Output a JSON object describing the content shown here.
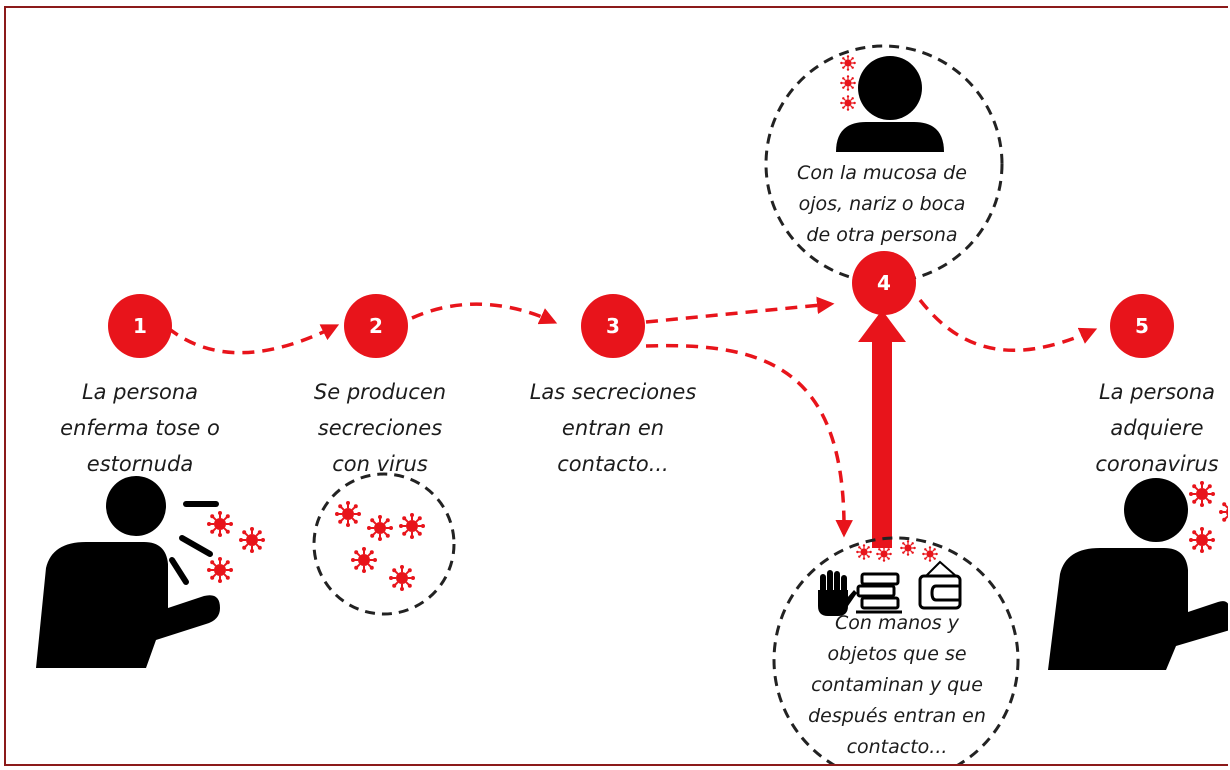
{
  "colors": {
    "accent": "#e8141b",
    "frame": "#8b1a1a",
    "figure": "#000000"
  },
  "steps": [
    {
      "number": "1",
      "lines": [
        "La persona",
        "enferma tose o",
        "estornuda"
      ]
    },
    {
      "number": "2",
      "lines": [
        "Se producen",
        "secreciones",
        "con virus"
      ]
    },
    {
      "number": "3",
      "lines": [
        "Las secreciones",
        "entran en",
        "contacto..."
      ]
    },
    {
      "number": "4",
      "lines": [
        "Con la mucosa de",
        "ojos, nariz o boca",
        "de otra persona"
      ]
    },
    {
      "number": "5",
      "lines": [
        "La persona",
        "adquiere",
        "coronavirus"
      ]
    }
  ],
  "objects_note": {
    "lines": [
      "Con manos y",
      "objetos que se",
      "contaminan y que",
      "después entran en",
      "contacto..."
    ]
  },
  "icons": [
    "coughing-person-icon",
    "virus-icon",
    "person-icon",
    "hand-icon",
    "books-icon",
    "wallet-icon"
  ]
}
